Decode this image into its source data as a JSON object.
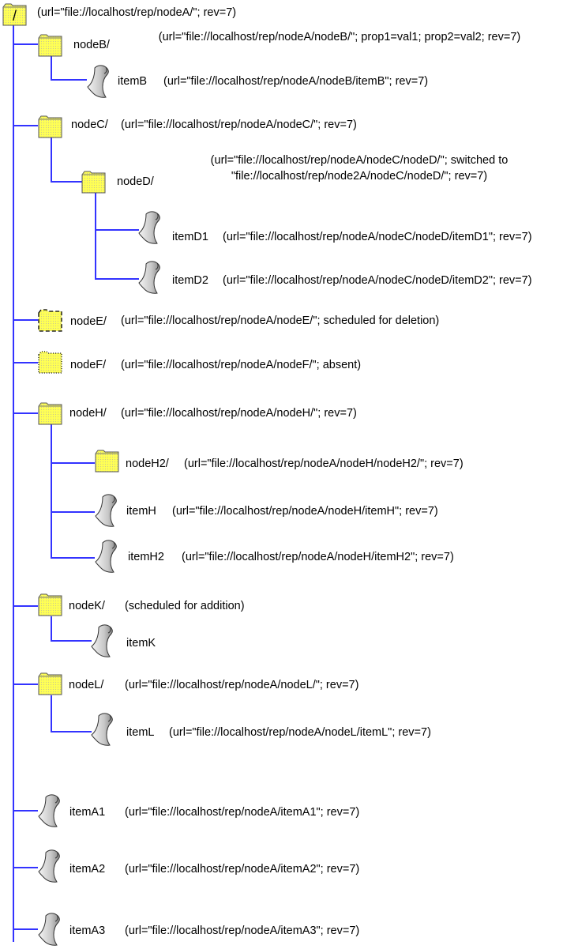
{
  "nodes": [
    {
      "id": "root",
      "kind": "folder",
      "style": "normal",
      "label": "",
      "icon_text": "/",
      "desc": "(url=\"file://localhost/rep/nodeA/\"; rev=7)"
    },
    {
      "id": "nodeB",
      "kind": "folder",
      "style": "normal",
      "label": "nodeB/",
      "desc": "(url=\"file://localhost/rep/nodeA/nodeB/\"; prop1=val1; prop2=val2; rev=7)"
    },
    {
      "id": "itemB",
      "kind": "file",
      "label": "itemB",
      "desc": "(url=\"file://localhost/rep/nodeA/nodeB/itemB\"; rev=7)"
    },
    {
      "id": "nodeC",
      "kind": "folder",
      "style": "normal",
      "label": "nodeC/",
      "desc": "(url=\"file://localhost/rep/nodeA/nodeC/\"; rev=7)"
    },
    {
      "id": "nodeD",
      "kind": "folder",
      "style": "normal",
      "label": "nodeD/",
      "desc": "(url=\"file://localhost/rep/nodeA/nodeC/nodeD/\"; switched to \"file://localhost/rep/node2A/nodeC/nodeD/\"; rev=7)"
    },
    {
      "id": "itemD1",
      "kind": "file",
      "label": "itemD1",
      "desc": "(url=\"file://localhost/rep/nodeA/nodeC/nodeD/itemD1\"; rev=7)"
    },
    {
      "id": "itemD2",
      "kind": "file",
      "label": "itemD2",
      "desc": "(url=\"file://localhost/rep/nodeA/nodeC/nodeD/itemD2\"; rev=7)"
    },
    {
      "id": "nodeE",
      "kind": "folder",
      "style": "dashed",
      "label": "nodeE/",
      "desc": "(url=\"file://localhost/rep/nodeA/nodeE/\"; scheduled for deletion)"
    },
    {
      "id": "nodeF",
      "kind": "folder",
      "style": "dotted",
      "label": "nodeF/",
      "desc": "(url=\"file://localhost/rep/nodeA/nodeF/\"; absent)"
    },
    {
      "id": "nodeH",
      "kind": "folder",
      "style": "normal",
      "label": "nodeH/",
      "desc": "(url=\"file://localhost/rep/nodeA/nodeH/\"; rev=7)"
    },
    {
      "id": "nodeH2",
      "kind": "folder",
      "style": "normal",
      "label": "nodeH2/",
      "desc": "(url=\"file://localhost/rep/nodeA/nodeH/nodeH2/\"; rev=7)"
    },
    {
      "id": "itemH",
      "kind": "file",
      "label": "itemH",
      "desc": "(url=\"file://localhost/rep/nodeA/nodeH/itemH\"; rev=7)"
    },
    {
      "id": "itemH2",
      "kind": "file",
      "label": "itemH2",
      "desc": "(url=\"file://localhost/rep/nodeA/nodeH/itemH2\"; rev=7)"
    },
    {
      "id": "nodeK",
      "kind": "folder",
      "style": "normal",
      "label": "nodeK/",
      "desc": "(scheduled for addition)"
    },
    {
      "id": "itemK",
      "kind": "file",
      "label": "itemK",
      "desc": ""
    },
    {
      "id": "nodeL",
      "kind": "folder",
      "style": "normal",
      "label": "nodeL/",
      "desc": "(url=\"file://localhost/rep/nodeA/nodeL/\"; rev=7)"
    },
    {
      "id": "itemL",
      "kind": "file",
      "label": "itemL",
      "desc": "(url=\"file://localhost/rep/nodeA/nodeL/itemL\"; rev=7)"
    },
    {
      "id": "itemA1",
      "kind": "file",
      "label": "itemA1",
      "desc": "(url=\"file://localhost/rep/nodeA/itemA1\"; rev=7)"
    },
    {
      "id": "itemA2",
      "kind": "file",
      "label": "itemA2",
      "desc": "(url=\"file://localhost/rep/nodeA/itemA2\"; rev=7)"
    },
    {
      "id": "itemA3",
      "kind": "file",
      "label": "itemA3",
      "desc": "(url=\"file://localhost/rep/nodeA/itemA3\"; rev=7)"
    }
  ],
  "colors": {
    "connector": "#3333ff",
    "folder": "#ffff66",
    "file": "#d0d0d0"
  }
}
